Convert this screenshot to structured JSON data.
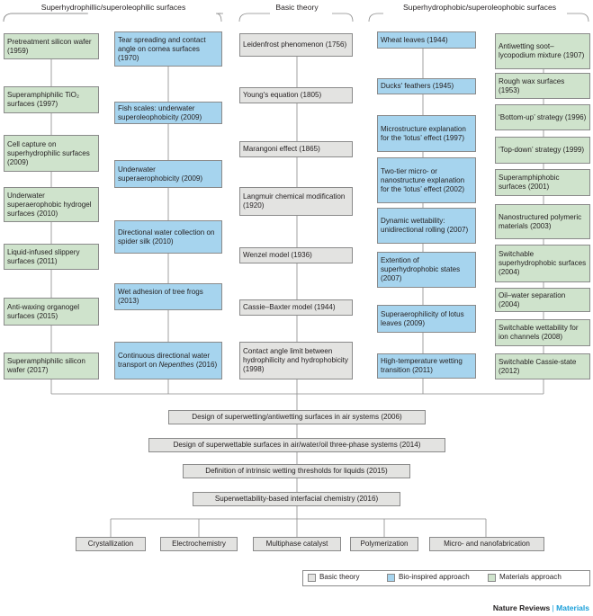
{
  "headers": {
    "left": "Superhydrophillic/superoleophilic surfaces",
    "middle": "Basic theory",
    "right": "Superhydrophobic/superoleophobic surfaces"
  },
  "col1": [
    "Pretreatment silicon wafer (1959)",
    "Superamphiphilic TiO₂ surfaces (1997)",
    "Cell capture on superhydrophilic surfaces (2009)",
    "Underwater superaerophobic hydrogel surfaces (2010)",
    "Liquid-infused slippery surfaces (2011)",
    "Anti-waxing organogel surfaces (2015)",
    "Superamphiphilic silicon wafer (2017)"
  ],
  "col2": [
    "Tear spreading and contact angle on cornea surfaces (1970)",
    "Fish scales: underwater superoleophobicity (2009)",
    "Underwater superaerophobicity (2009)",
    "Directional water collection on spider silk (2010)",
    "Wet adhesion of tree frogs (2013)",
    "Continuous directional water transport on ",
    "Nepenthes",
    " (2016)"
  ],
  "col3": [
    "Leidenfrost phenomenon (1756)",
    "Young's equation (1805)",
    "Marangoni effect (1865)",
    "Langmuir chemical modification (1920)",
    "Wenzel model (1936)",
    "Cassie–Baxter model (1944)",
    "Contact angle limit between hydrophilicity and hydrophobicity (1998)"
  ],
  "col4": [
    "Wheat leaves (1944)",
    "Ducks' feathers (1945)",
    "Microstructure explanation for the ‘lotus’ effect (1997)",
    "Two-tier micro- or nanostructure explanation for the ‘lotus’ effect (2002)",
    "Dynamic wettability: unidirectional rolling (2007)",
    "Extention of superhydrophobic states (2007)",
    "Superaerophilicity of lotus leaves (2009)",
    "High-temperature wetting transition (2011)"
  ],
  "col5": [
    "Antiwetting soot–lycopodium mixture (1907)",
    "Rough wax surfaces (1953)",
    "‘Bottom-up’ strategy (1996)",
    "‘Top-down’ strategy (1999)",
    "Superamphiphobic surfaces (2001)",
    "Nanostructured polymeric materials (2003)",
    "Switchable superhydrophobic surfaces (2004)",
    "Oil–water separation (2004)",
    "Switchable wettability for ion channels (2008)",
    "Switchable Cassie-state (2012)"
  ],
  "bottom": [
    "Design of superwetting/antiwetting surfaces in air systems (2006)",
    "Design of superwettable surfaces in air/water/oil three-phase systems (2014)",
    "Definition of intrinsic wetting thresholds for liquids (2015)",
    "Superwettability-based interfacial chemistry (2016)"
  ],
  "applications": [
    "Crystallization",
    "Electrochemistry",
    "Multiphase catalyst",
    "Polymerization",
    "Micro- and nanofabrication"
  ],
  "legend": {
    "basic": "Basic theory",
    "bio": "Bio-inspired approach",
    "materials": "Materials approach"
  },
  "colors": {
    "basic": "#e3e3e1",
    "bio": "#a6d4ee",
    "materials": "#cfe3cc",
    "line": "#8a8a8a",
    "accent": "#1a9fd9"
  },
  "footer": {
    "journal": "Nature Reviews",
    "separator": "|",
    "section": "Materials"
  }
}
